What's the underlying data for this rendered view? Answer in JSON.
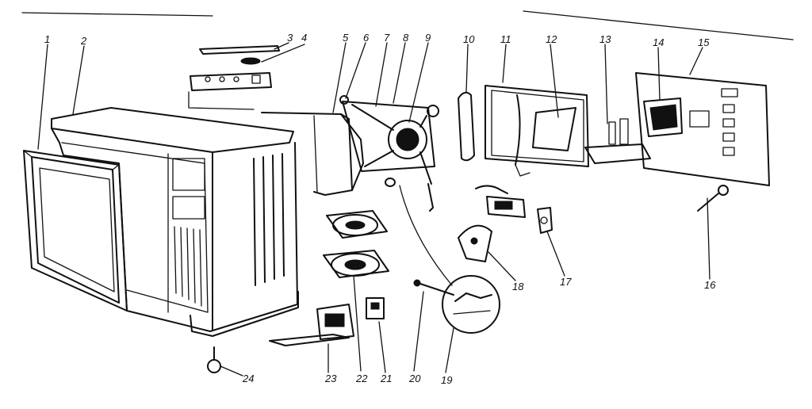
{
  "diagram": {
    "labels": [
      "1",
      "2",
      "3",
      "4",
      "5",
      "6",
      "7",
      "8",
      "9",
      "10",
      "11",
      "12",
      "13",
      "14",
      "15",
      "16",
      "17",
      "18",
      "19",
      "20",
      "21",
      "22",
      "23",
      "24"
    ]
  },
  "colors": {
    "ink": "#111111",
    "paper": "#ffffff"
  }
}
